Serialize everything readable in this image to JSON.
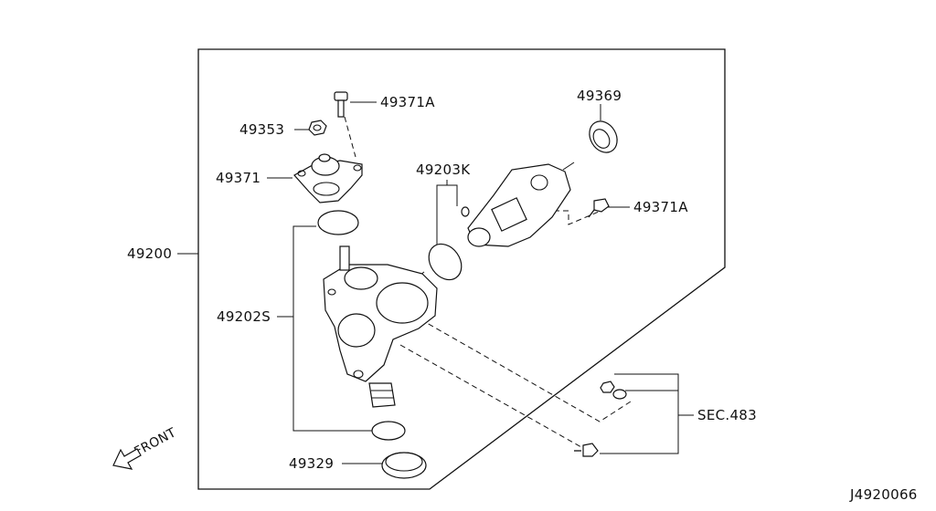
{
  "diagram": {
    "labels": {
      "p49371A_top": "49371A",
      "p49353": "49353",
      "p49371": "49371",
      "p49203K": "49203K",
      "p49369": "49369",
      "p49371A_right": "49371A",
      "p49200": "49200",
      "p49202S": "49202S",
      "sec483": "SEC.483",
      "p49329": "49329",
      "front": "FRONT",
      "ref": "J4920066"
    }
  }
}
